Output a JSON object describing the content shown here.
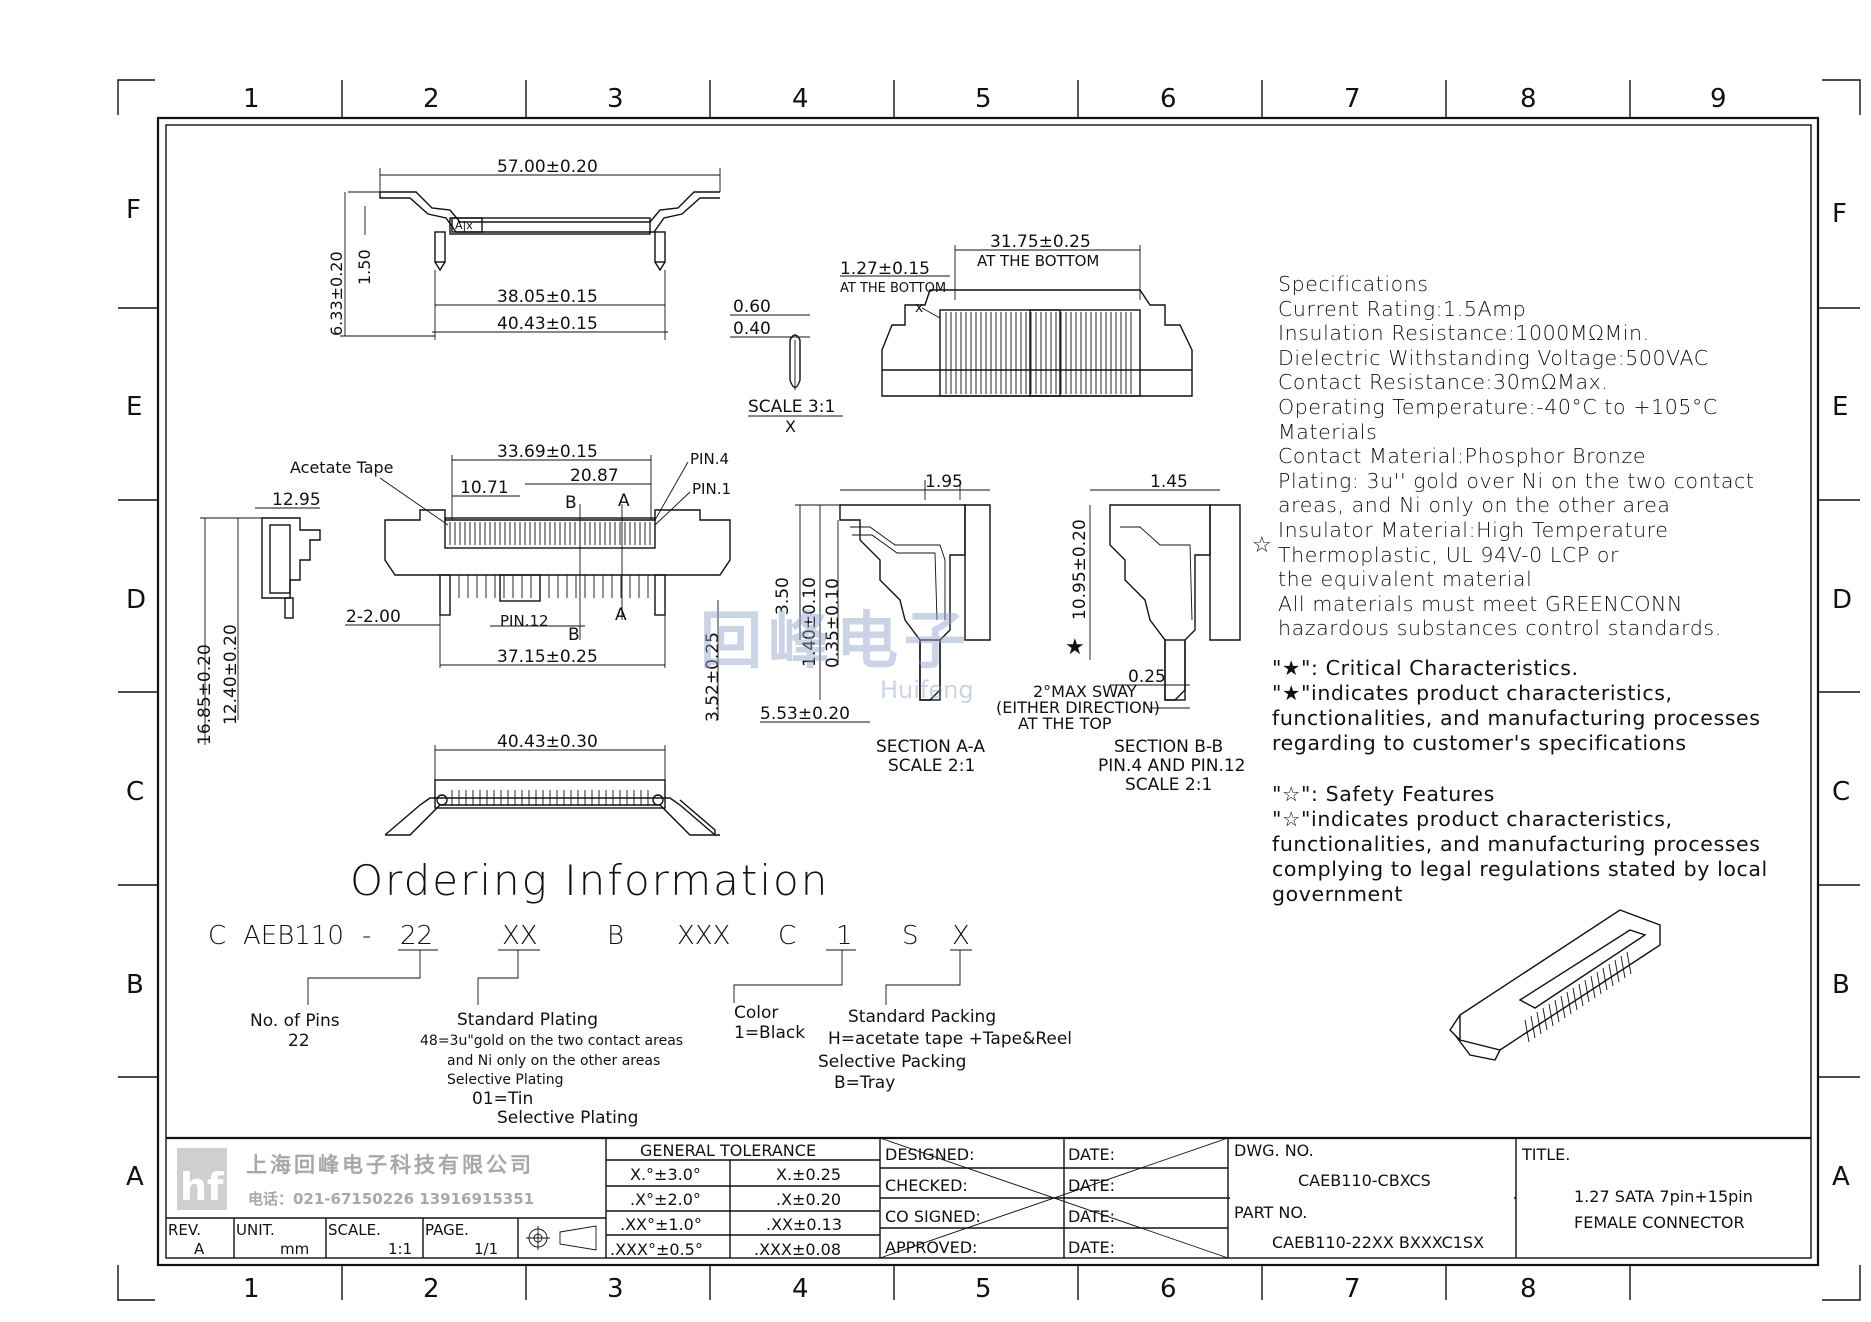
{
  "grid": {
    "top_cols": [
      "1",
      "2",
      "3",
      "4",
      "5",
      "6",
      "7",
      "8",
      "9"
    ],
    "bottom_cols": [
      "1",
      "2",
      "3",
      "4",
      "5",
      "6",
      "7",
      "8"
    ],
    "rows": [
      "F",
      "E",
      "D",
      "C",
      "B",
      "A"
    ]
  },
  "dimensions": {
    "top_width": "57.00±0.20",
    "height_633": "6.33±0.20",
    "h_150": "1.50",
    "w_3805": "38.05±0.15",
    "w_4043": "40.43±0.15",
    "datum": "A|x",
    "w_3175": "31.75±0.25",
    "at_bottom": "AT THE BOTTOM",
    "w_127": "1.27±0.15",
    "at_the_bottom_small": "AT THE BOTTOM",
    "x_mark": "x",
    "d_060": "0.60",
    "d_040": "0.40",
    "scale_31": "SCALE 3:1",
    "scale_x": "X",
    "acetate_tape": "Acetate Tape",
    "w_3369": "33.69±0.15",
    "w_2087": "20.87",
    "w_1071": "10.71",
    "pin4": "PIN.4",
    "pin1": "PIN.1",
    "pin12": "PIN.12",
    "label_b": "B",
    "label_a": "A",
    "w_1295": "12.95",
    "two_200": "2-2.00",
    "w_3715": "37.15±0.25",
    "h_1685": "16.85±0.20",
    "h_1240": "12.40±0.20",
    "w_4043b": "40.43±0.30",
    "w_195": "1.95",
    "h_350": "3.50",
    "h_140": "1.40±0.10",
    "h_035": "0.35±0.10",
    "h_352": "3.52±0.25",
    "w_553": "5.53±0.20",
    "w_145": "1.45",
    "h_1095": "10.95±0.20",
    "w_025": "0.25",
    "sway1": "2°MAX SWAY",
    "sway2": "(EITHER DIRECTION)",
    "sway3": "AT THE TOP",
    "sec_aa1": "SECTION A-A",
    "sec_aa2": "SCALE 2:1",
    "sec_bb1": "SECTION B-B",
    "sec_bb2": "PIN.4 AND PIN.12",
    "sec_bb3": "SCALE 2:1"
  },
  "watermark": {
    "brand": "回峰电子",
    "sub": "Huifeng"
  },
  "specs": [
    "Specifications",
    "Current  Rating:1.5Amp",
    "Insulation  Resistance:1000MΩMin.",
    "Dielectric  Withstanding  Voltage:500VAC",
    "Contact  Resistance:30mΩMax.",
    "Operating  Temperature:-40°C  to  +105°C",
    "Materials",
    "Contact  Material:Phosphor  Bronze",
    "Plating: 3u''  gold  over  Ni  on  the  two  contact",
    "areas,  and  Ni  only  on  the  other  area",
    "Insulator  Material:High  Temperature",
    "Thermoplastic,  UL  94V-0  LCP  or",
    " the  equivalent  material",
    " All  materials  must  meet  GREENCONN",
    "hazardous  substances  control  standards."
  ],
  "notes": [
    "\"★\":  Critical  Characteristics.",
    "\"★\"indicates  product  characteristics,",
    "functionalities,  and  manufacturing  processes",
    "regarding  to  customer's  specifications",
    "",
    "\"☆\":  Safety  Features",
    "\"☆\"indicates  product  characteristics,",
    "functionalities,  and  manufacturing  processes",
    "complying  to  legal  regulations  stated  by  local",
    "government"
  ],
  "ordering": {
    "title": "Ordering  Information",
    "c": "C",
    "aeb": "AEB110",
    "dash": "-",
    "p22": "22",
    "xx": "XX",
    "b": "B",
    "xxx": "XXX",
    "c2": "C",
    "one": "1",
    "s": "S",
    "x": "X",
    "pins_1": "No.  of  Pins",
    "pins_2": "22",
    "plating_1": "Standard  Plating",
    "plating_2": "48=3u\"gold on the two contact areas",
    "plating_3": "and Ni only on the other areas",
    "plating_4": "Selective Plating",
    "plating_5": "01=Tin",
    "plating_6": "Selective  Plating",
    "color_1": "Color",
    "color_2": "1=Black",
    "pack_1": "Standard  Packing",
    "pack_2": "H=acetate  tape  +Tape&Reel",
    "pack_3": "Selective  Packing",
    "pack_4": "B=Tray"
  },
  "titleblock": {
    "company": "上海回峰电子科技有限公司",
    "phone": "电话：021-67150226  13916915351",
    "rev_label": "REV.",
    "rev": "A",
    "unit_label": "UNIT.",
    "unit": "mm",
    "scale_label": "SCALE.",
    "scale": "1:1",
    "page_label": "PAGE.",
    "page": "1/1",
    "tol_title": "GENERAL  TOLERANCE",
    "tol_ang": [
      "X.°±3.0°",
      ".X°±2.0°",
      ".XX°±1.0°",
      ".XXX°±0.5°"
    ],
    "tol_lin": [
      "X.±0.25",
      ".X±0.20",
      ".XX±0.13",
      ".XXX±0.08"
    ],
    "designed": "DESIGNED:",
    "checked": "CHECKED:",
    "co_signed": "CO SIGNED:",
    "approved": "APPROVED:",
    "date": "DATE:",
    "dwg_label": "DWG.  NO.",
    "dwg": "CAEB110-CBXCS",
    "part_label": "PART  NO.",
    "part": "CAEB110-22XX  BXXXC1SX",
    "title_label": "TITLE.",
    "title_1": "1.27  SATA  7pin+15pin",
    "title_2": "FEMALE  CONNECTOR"
  }
}
